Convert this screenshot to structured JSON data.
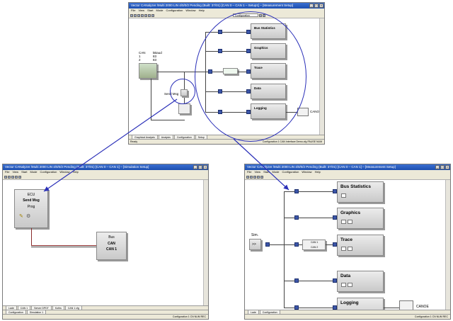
{
  "colors": {
    "arrow": "#2a2fb8",
    "titlebar": "#1d4fb0",
    "block": "#d0d0d0",
    "port": "#3c56a8"
  },
  "main_window": {
    "title": "Vector CANalyzer /Multi 2000 LIN 4/0/0/2 Pending (Built: 37/01) [CAN 0 – CAN 1 – Setup1] – [Measurement Setup]",
    "menu": [
      "File",
      "View",
      "Start",
      "Mode",
      "Configuration",
      "Window",
      "Help"
    ],
    "toolbar_select": "Configuration",
    "can_label": "CAN",
    "can_ids": [
      "1",
      "2"
    ],
    "baud_label": "kBaud",
    "baud_vals": [
      "83",
      "83"
    ],
    "sendmsg": "Send Msg",
    "blocks": [
      "Bus Statistics",
      "Graphics",
      "Trace",
      "Data",
      "Logging"
    ],
    "canoe": "CANOE",
    "tabs": [
      "Graphical Analysis",
      "Analysis",
      "Configuration",
      "Setup"
    ],
    "status": "Ready",
    "status_right": "Configuration 1  CAN Interface  Demo.cfg  PAUSE  NUM"
  },
  "left_window": {
    "title": "Vector CANalyzer /Multi 2000 LIN 4/0/0/2 Pending (Built: 37/01) [CAN 0 – CAN 1] – [Simulation Setup]",
    "menu": [
      "File",
      "View",
      "Start",
      "Mode",
      "Configuration",
      "Window",
      "Help"
    ],
    "ecu": {
      "title": "ECU",
      "name": "Send Msg",
      "sub": "Prog"
    },
    "bus": {
      "title": "Bus",
      "line1": "CAN",
      "line2": "CAN 1"
    },
    "tabs": [
      "Lade",
      "CAN 1",
      "Server DPDT",
      "Kofirs",
      "CAN 1 cfg"
    ],
    "tabs2": [
      "Configuration",
      "Simulation 1"
    ],
    "status": "Configuration 1  CN  NUM  REC"
  },
  "right_window": {
    "title": "Vector CANalyzer /Multi 2000 LIN 4/0/0/2 Pending (Built: 37/01) [CAN 0 – CAN 1] – [Measurement Setup]",
    "menu": [
      "File",
      "View",
      "Start",
      "Mode",
      "Configuration",
      "Window",
      "Help"
    ],
    "sim_label": "Sim.",
    "sim_btn": ">>",
    "filter": [
      "CAN 1",
      "CAN 2"
    ],
    "blocks": [
      "Bus Statistics",
      "Graphics",
      "Trace",
      "Data",
      "Logging"
    ],
    "canoe": "CANOE",
    "tabs": [
      "Lade",
      "Configuration"
    ],
    "status": "Configuration 1  CN  NUM  REC"
  }
}
